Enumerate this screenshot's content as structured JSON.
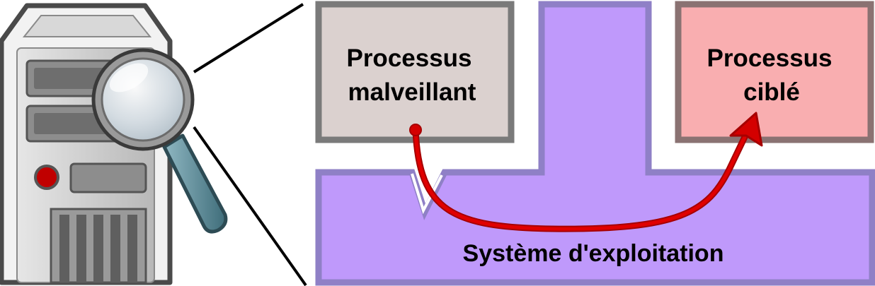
{
  "labels": {
    "malicious_process_line1": "Processus",
    "malicious_process_line2": "malveillant",
    "target_process_line1": "Processus",
    "target_process_line2": "ciblé",
    "operating_system": "Système d'exploitation"
  },
  "colors": {
    "malicious_process_fill": "#dbd1cf",
    "target_process_fill": "#f9aeb0",
    "operating_system_fill": "#bf99fb",
    "operating_system_border": "#8f80c6",
    "box_border": "#7a7a7a",
    "attack_arrow": "#d40000",
    "server_body": "#c9c9c9",
    "server_dark": "#6e6e6e",
    "server_led": "#c00000",
    "magnifier_handle": "#5b8a97"
  },
  "icons": {
    "server": "server-tower-icon",
    "magnifier": "magnifying-glass-icon",
    "arrow": "attack-arrow-icon"
  }
}
